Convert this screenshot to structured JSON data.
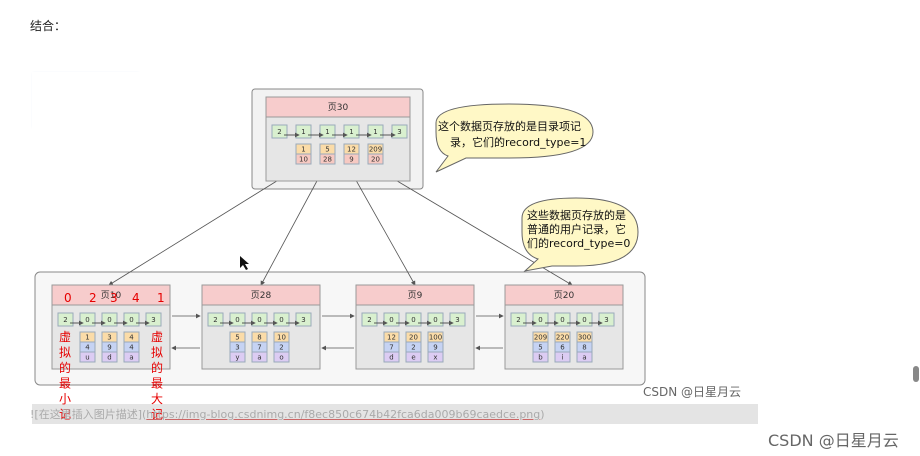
{
  "heading": "结合：",
  "caption": {
    "prefix": "![在这里插入图片描述](",
    "url": "https://img-blog.csdnimg.cn/f8ec850c674b42fca6da009b69caedce.png",
    "suffix": ")"
  },
  "watermark_inner": "CSDN @日星月云",
  "watermark_outer": "CSDN @日星月云",
  "colors": {
    "header": "#f7cccc",
    "green": "#d9f0cf",
    "orange": "#fbdca8",
    "pink": "#f7c9c2",
    "blue": "#c6d3f3",
    "purple": "#dcccf3",
    "bubble": "#fff8c6",
    "red": "#e60000"
  },
  "bubbles": {
    "directory": [
      "这个数据页存放的是目录项记",
      "录，它们的record_type=1"
    ],
    "user": [
      "这些数据页存放的是",
      "普通的用户记录，它",
      "们的record_type=0"
    ]
  },
  "annotations": {
    "numbers": [
      "0",
      "2",
      "3",
      "4",
      "1"
    ],
    "min_label": [
      "虚",
      "拟",
      "的",
      "最",
      "小",
      "记"
    ],
    "max_label": [
      "虚",
      "拟",
      "的",
      "最",
      "大",
      "记"
    ]
  },
  "root_page": {
    "title": "页30",
    "types": [
      "2",
      "1",
      "1",
      "1",
      "1",
      "3"
    ],
    "keys": [
      "1",
      "5",
      "12",
      "209"
    ],
    "page_nums": [
      "10",
      "28",
      "9",
      "20"
    ]
  },
  "leaf_pages": [
    {
      "title": "页10",
      "types": [
        "2",
        "0",
        "0",
        "0",
        "3"
      ],
      "row1": [
        "1",
        "3",
        "4"
      ],
      "row2": [
        "4",
        "9",
        "4"
      ],
      "row3": [
        "u",
        "d",
        "a"
      ]
    },
    {
      "title": "页28",
      "types": [
        "2",
        "0",
        "0",
        "0",
        "3"
      ],
      "row1": [
        "5",
        "8",
        "10"
      ],
      "row2": [
        "3",
        "7",
        "2"
      ],
      "row3": [
        "y",
        "a",
        "o"
      ]
    },
    {
      "title": "页9",
      "types": [
        "2",
        "0",
        "0",
        "0",
        "3"
      ],
      "row1": [
        "12",
        "20",
        "100"
      ],
      "row2": [
        "7",
        "2",
        "9"
      ],
      "row3": [
        "d",
        "e",
        "x"
      ]
    },
    {
      "title": "页20",
      "types": [
        "2",
        "0",
        "0",
        "0",
        "3"
      ],
      "row1": [
        "209",
        "220",
        "300"
      ],
      "row2": [
        "5",
        "6",
        "8"
      ],
      "row3": [
        "b",
        "i",
        "a"
      ]
    }
  ]
}
